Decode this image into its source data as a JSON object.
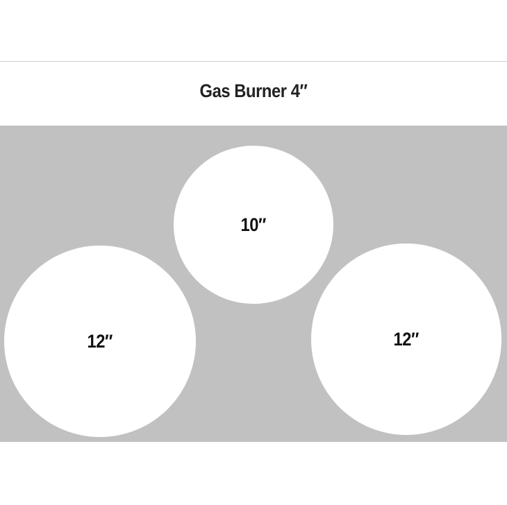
{
  "title": "Gas Burner 4″",
  "colors": {
    "background": "#ffffff",
    "cooktop": "#c1c1c1",
    "burner": "#ffffff",
    "text": "#222222"
  },
  "burners": [
    {
      "position": "top-center",
      "label": "10″"
    },
    {
      "position": "bottom-left",
      "label": "12″"
    },
    {
      "position": "bottom-right",
      "label": "12″"
    }
  ]
}
